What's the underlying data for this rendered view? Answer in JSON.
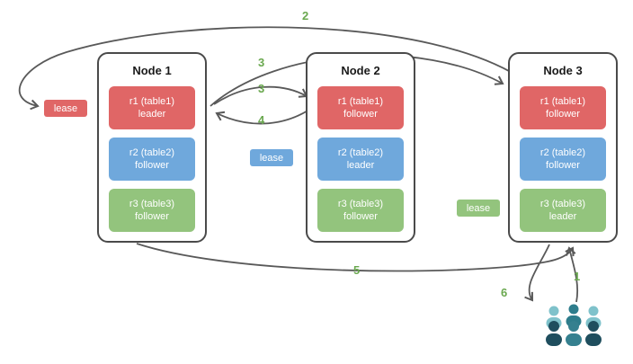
{
  "nodes": [
    {
      "title": "Node 1",
      "replicas": [
        {
          "name": "r1 (table1)",
          "role": "leader",
          "color": "#e06666"
        },
        {
          "name": "r2 (table2)",
          "role": "follower",
          "color": "#6fa8dc"
        },
        {
          "name": "r3 (table3)",
          "role": "follower",
          "color": "#93c47d"
        }
      ]
    },
    {
      "title": "Node 2",
      "replicas": [
        {
          "name": "r1 (table1)",
          "role": "follower",
          "color": "#e06666"
        },
        {
          "name": "r2 (table2)",
          "role": "leader",
          "color": "#6fa8dc"
        },
        {
          "name": "r3 (table3)",
          "role": "follower",
          "color": "#93c47d"
        }
      ]
    },
    {
      "title": "Node 3",
      "replicas": [
        {
          "name": "r1 (table1)",
          "role": "follower",
          "color": "#e06666"
        },
        {
          "name": "r2 (table2)",
          "role": "follower",
          "color": "#6fa8dc"
        },
        {
          "name": "r3 (table3)",
          "role": "leader",
          "color": "#93c47d"
        }
      ]
    }
  ],
  "leases": [
    {
      "label": "lease",
      "color": "#e06666"
    },
    {
      "label": "lease",
      "color": "#6fa8dc"
    },
    {
      "label": "lease",
      "color": "#93c47d"
    }
  ],
  "steps": [
    {
      "n": "1"
    },
    {
      "n": "2"
    },
    {
      "n": "3"
    },
    {
      "n": "3"
    },
    {
      "n": "4"
    },
    {
      "n": "5"
    },
    {
      "n": "6"
    }
  ],
  "icons": {
    "users": "users-icon"
  },
  "colors": {
    "arrow": "#595959",
    "step_label": "#6aa84f"
  }
}
